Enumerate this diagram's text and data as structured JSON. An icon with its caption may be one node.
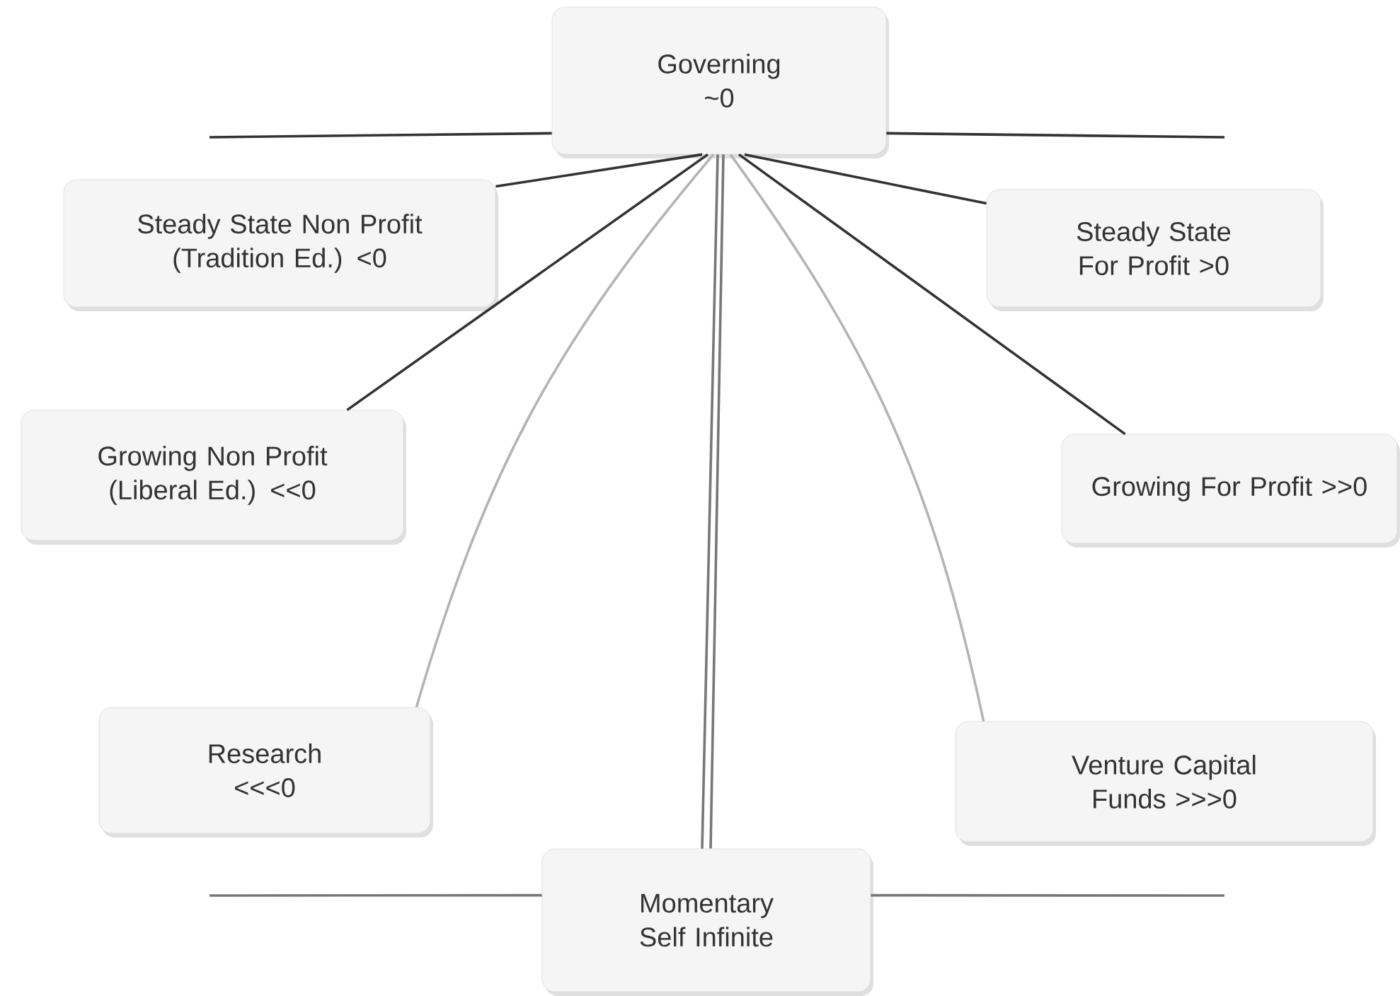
{
  "diagram": {
    "nodes": [
      {
        "text": [
          "Governing ~0"
        ]
      },
      {
        "text": [
          "Steady State Non Profit (Tradition Ed.) <0"
        ]
      },
      {
        "text": [
          "Steady State For Profit >0"
        ]
      },
      {
        "text": [
          "Growing Non Profit (Liberal Ed.) <<0"
        ]
      },
      {
        "text": [
          "Growing For Profit >>0"
        ]
      },
      {
        "text": [
          "Research <<<0"
        ]
      },
      {
        "text": [
          "Venture Capital Funds >>>0"
        ]
      },
      {
        "text": [
          "Momentary Self Infinite"
        ]
      }
    ],
    "edges": [
      {
        "from": 0,
        "to": null,
        "arrow": "none"
      },
      {
        "from": 0,
        "to": null,
        "arrow": "none"
      },
      {
        "from": 0,
        "to": 1,
        "arrow": "none"
      },
      {
        "from": 0,
        "to": 2,
        "arrow": "none"
      },
      {
        "from": 0,
        "to": 3,
        "arrow": "none"
      },
      {
        "from": 0,
        "to": 4,
        "arrow": "none"
      },
      {
        "from": 0,
        "to": 5,
        "arrow": "none",
        "color": "#b4b4b4"
      },
      {
        "from": 0,
        "to": 6,
        "arrow": "none",
        "color": "#b4b4b4"
      },
      {
        "from": 0,
        "to": 7,
        "arrow": "none",
        "color": "#777777"
      },
      {
        "from": 0,
        "to": 7,
        "arrow": "none",
        "color": "#777777"
      },
      {
        "from": 7,
        "to": null,
        "arrow": "none",
        "color": "#777777"
      },
      {
        "from": 7,
        "to": null,
        "arrow": "none",
        "color": "#777777"
      }
    ]
  }
}
